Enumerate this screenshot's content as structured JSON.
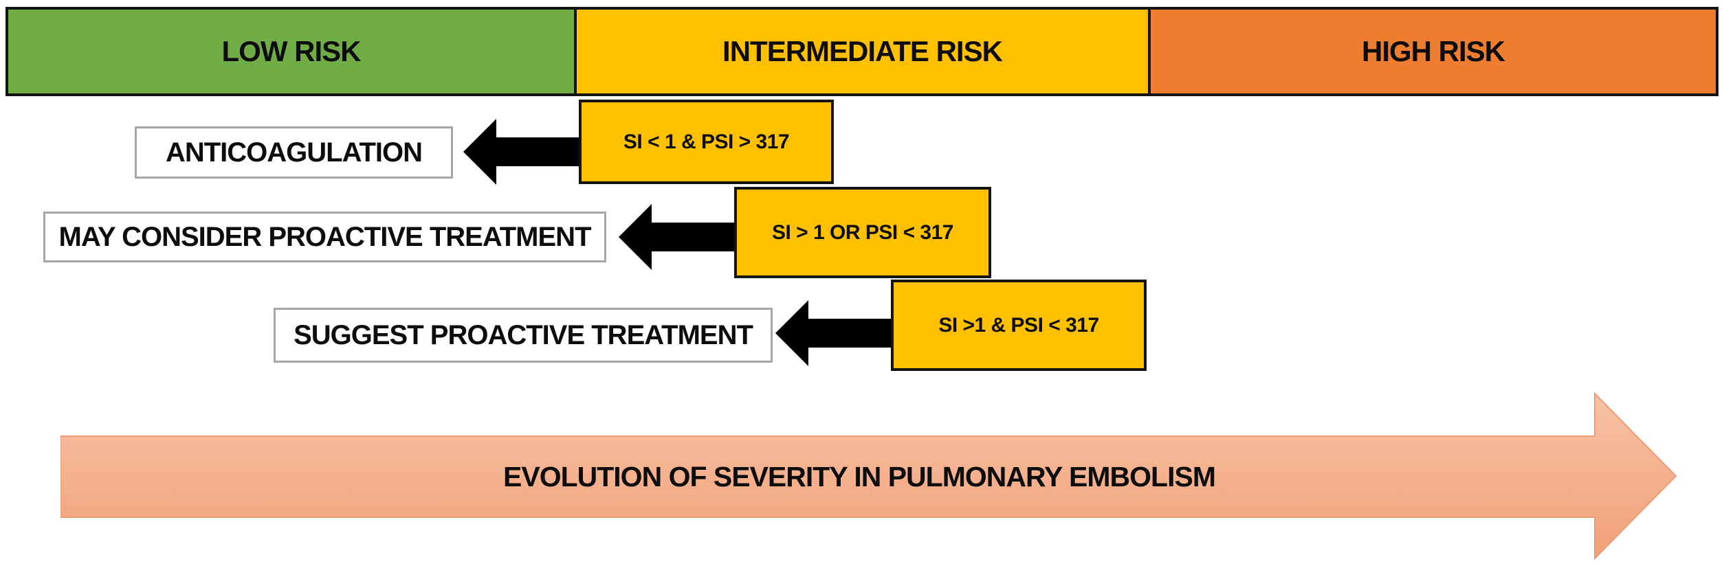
{
  "risk_bands": [
    {
      "label": "LOW RISK",
      "color": "#70AD47"
    },
    {
      "label": "INTERMEDIATE RISK",
      "color": "#FFC000"
    },
    {
      "label": "HIGH RISK",
      "color": "#ED7D31"
    }
  ],
  "rows": [
    {
      "action": "ANTICOAGULATION",
      "criteria": "SI < 1 & PSI > 317"
    },
    {
      "action": "MAY CONSIDER PROACTIVE TREATMENT",
      "criteria": "SI > 1 OR PSI < 317"
    },
    {
      "action": "SUGGEST PROACTIVE TREATMENT",
      "criteria": "SI >1 & PSI < 317"
    }
  ],
  "evolution_arrow": {
    "label": "EVOLUTION OF SEVERITY IN PULMONARY EMBOLISM"
  },
  "colors": {
    "band_low_green": "#70AD47",
    "band_intermediate_gold": "#FFC000",
    "band_high_orange": "#ED7D31",
    "criteria_box_fill": "#FFC000",
    "box_border_black": "#141414",
    "action_box_border_gray": "#a6a6a6",
    "pointer_arrow_black": "#000000",
    "evolution_fill_top": "#F8C2A6",
    "evolution_fill_bottom": "#F0A077",
    "evolution_stroke": "#ED9C73",
    "text": "#0d0d0d"
  }
}
